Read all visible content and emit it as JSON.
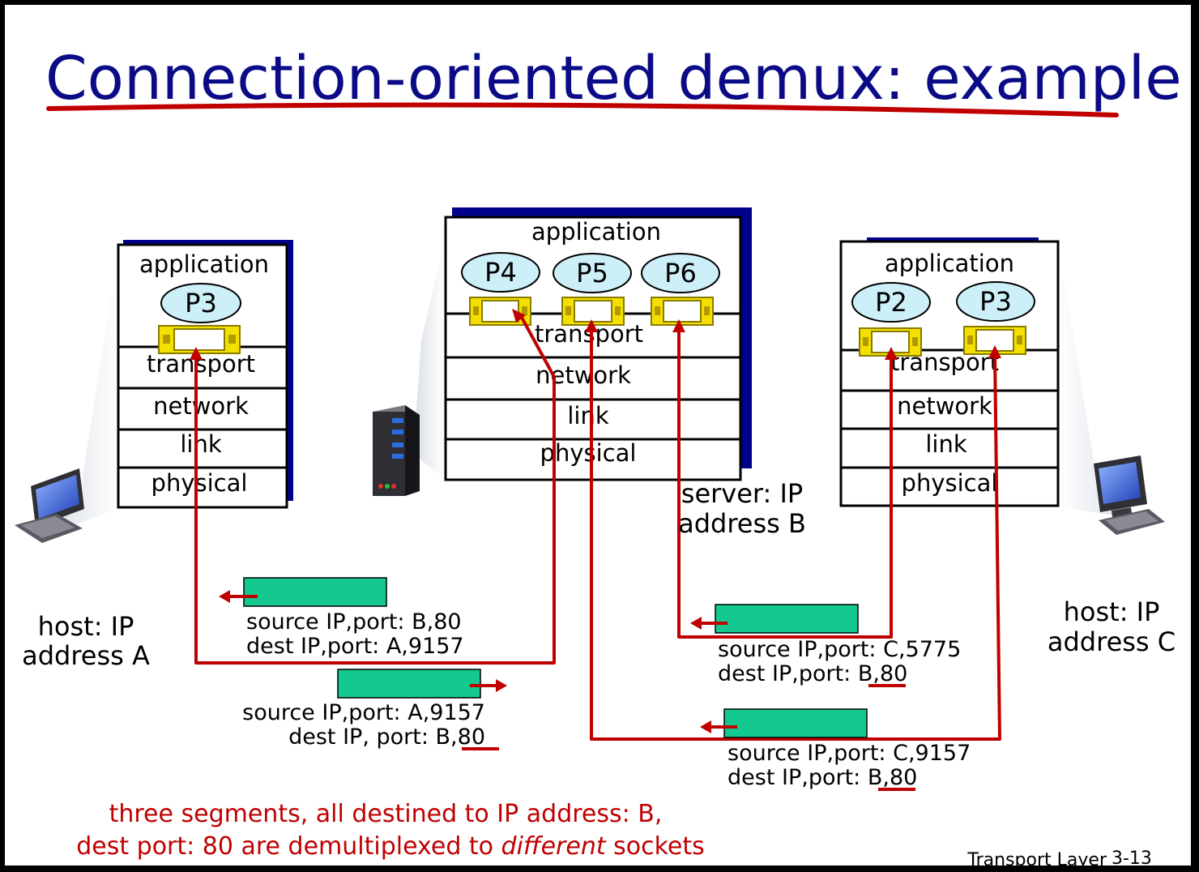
{
  "title": "Connection-oriented demux: example",
  "stacks": {
    "host_a": {
      "layers": [
        "application",
        "transport",
        "network",
        "link",
        "physical"
      ],
      "processes": [
        "P3"
      ]
    },
    "server": {
      "layers": [
        "application",
        "transport",
        "network",
        "link",
        "physical"
      ],
      "processes": [
        "P4",
        "P5",
        "P6"
      ]
    },
    "host_c": {
      "layers": [
        "application",
        "transport",
        "network",
        "link",
        "physical"
      ],
      "processes": [
        "P2",
        "P3"
      ]
    }
  },
  "hosts": {
    "a": [
      "host: IP",
      "address A"
    ],
    "server": [
      "server: IP",
      "address B"
    ],
    "c": [
      "host: IP",
      "address C"
    ]
  },
  "segments": [
    {
      "source": "source IP,port: B,80",
      "dest": "dest IP,port: A,9157"
    },
    {
      "source": "source IP,port: A,9157",
      "dest": "dest IP, port: B,80"
    },
    {
      "source": "source IP,port: C,5775",
      "dest": "dest IP,port: B,80"
    },
    {
      "source": "source IP,port: C,9157",
      "dest": "dest IP,port: B,80"
    }
  ],
  "note": {
    "line1": "three segments, all destined to IP address: B,",
    "line2_prefix": "dest port: 80 are demultiplexed to ",
    "line2_em": "different",
    "line2_suffix": " sockets"
  },
  "footer": {
    "label": "Transport Layer",
    "page": "3-13"
  },
  "colors": {
    "title": "#0b0b87",
    "arrow": "#c00000",
    "segment": "#14c98f",
    "socket": "#f3e000",
    "process": "#cdeff8",
    "stack_shadow": "#00008b"
  }
}
